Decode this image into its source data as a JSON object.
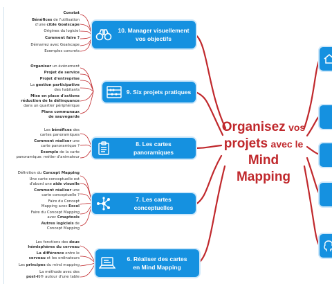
{
  "central": {
    "organisez": "Organisez",
    "vos": "vos",
    "projets": "projets",
    "avec_le": "avec le",
    "mind_mapping": "Mind Mapping"
  },
  "topics": [
    {
      "label1": "10. Manager visuellement",
      "label2": "vos objectifs",
      "icon": "binoculars-icon"
    },
    {
      "label1": "9. Six projets pratiques",
      "label2": "",
      "icon": "abacus-icon"
    },
    {
      "label1": "8. Les cartes panoramiques",
      "label2": "",
      "icon": "clipboard-icon"
    },
    {
      "label1": "7. Les cartes conceptuelles",
      "label2": "",
      "icon": "network-icon"
    },
    {
      "label1": "6. Réaliser des cartes",
      "label2": "en Mind Mapping",
      "icon": "laptop-icon"
    }
  ],
  "leaves10": [
    {
      "pre": "",
      "bold": "Constat",
      "post": ""
    },
    {
      "pre": "",
      "bold": "Bénéfices",
      "post": " de l'utilisation"
    },
    {
      "pre": "d'une ",
      "bold": "cible Goalscape",
      "post": ""
    },
    {
      "pre": "Origines du logiciel",
      "bold": "",
      "post": ""
    },
    {
      "pre": "",
      "bold": "Comment faire ?",
      "post": ""
    },
    {
      "pre": "Démarrez avec Goalscape",
      "bold": "",
      "post": ""
    },
    {
      "pre": "Exemples concrets",
      "bold": "",
      "post": ""
    }
  ],
  "leaves9": [
    {
      "pre": "",
      "bold": "Organiser",
      "post": " un événement"
    },
    {
      "pre": "",
      "bold": "Projet de service",
      "post": ""
    },
    {
      "pre": "",
      "bold": "Projet d'entreprise",
      "post": ""
    },
    {
      "pre": "La ",
      "bold": "gestion participative",
      "post": ""
    },
    {
      "pre": "des habitants",
      "bold": "",
      "post": ""
    },
    {
      "pre": "",
      "bold": "Mise en place d'actions",
      "post": ""
    },
    {
      "pre": "",
      "bold": "réduction de la délinquance",
      "post": ""
    },
    {
      "pre": "dans un quartier périphérique",
      "bold": "",
      "post": ""
    },
    {
      "pre": "",
      "bold": "Plans communaux",
      "post": ""
    },
    {
      "pre": "",
      "bold": "de sauvegarde",
      "post": ""
    }
  ],
  "leaves8": [
    {
      "pre": "Les ",
      "bold": "bénéfices",
      "post": " des"
    },
    {
      "pre": "cartes panoramiques",
      "bold": "",
      "post": ""
    },
    {
      "pre": "",
      "bold": "Comment réaliser",
      "post": " une"
    },
    {
      "pre": "carte panoramique ?",
      "bold": "",
      "post": ""
    },
    {
      "pre": "",
      "bold": "Exemple",
      "post": " de la carte"
    },
    {
      "pre": "panoramique: métier d'animateur",
      "bold": "",
      "post": ""
    }
  ],
  "leaves7": [
    {
      "pre": "Définition du ",
      "bold": "Concept Mapping",
      "post": ""
    },
    {
      "pre": "Une carte conceptuelle est",
      "bold": "",
      "post": ""
    },
    {
      "pre": "d'abord une ",
      "bold": "aide visuelle",
      "post": ""
    },
    {
      "pre": "",
      "bold": "Comment réaliser",
      "post": " une"
    },
    {
      "pre": "carte conceptuelle ?",
      "bold": "",
      "post": ""
    },
    {
      "pre": "Faire du Concept",
      "bold": "",
      "post": ""
    },
    {
      "pre": "Mapping avec ",
      "bold": "Excel",
      "post": ""
    },
    {
      "pre": "Faire du Concept Mapping",
      "bold": "",
      "post": ""
    },
    {
      "pre": "avec ",
      "bold": "Cmaptools",
      "post": ""
    },
    {
      "pre": "",
      "bold": "Autres logiciels",
      "post": " de"
    },
    {
      "pre": "Concept Mapping",
      "bold": "",
      "post": ""
    }
  ],
  "leaves6": [
    {
      "pre": "Les fonctions des ",
      "bold": "deux",
      "post": ""
    },
    {
      "pre": "",
      "bold": "hémisphères du cerveau",
      "post": ""
    },
    {
      "pre": "",
      "bold": "La différence",
      "post": " entre le"
    },
    {
      "pre": "",
      "bold": "cerveau",
      "post": " et les ordinateurs"
    },
    {
      "pre": "Les ",
      "bold": "principes",
      "post": " du mind mapping"
    },
    {
      "pre": "La méthode avec des",
      "bold": "",
      "post": ""
    },
    {
      "pre": "",
      "bold": "post-it",
      "post": "® autour d'une table"
    }
  ],
  "right_icons": [
    "house-icon",
    "",
    "",
    "",
    "brain-icon"
  ],
  "colors": {
    "branch": "#c0282c",
    "topic": "#1591e0",
    "halo": "#cfe8fa"
  }
}
